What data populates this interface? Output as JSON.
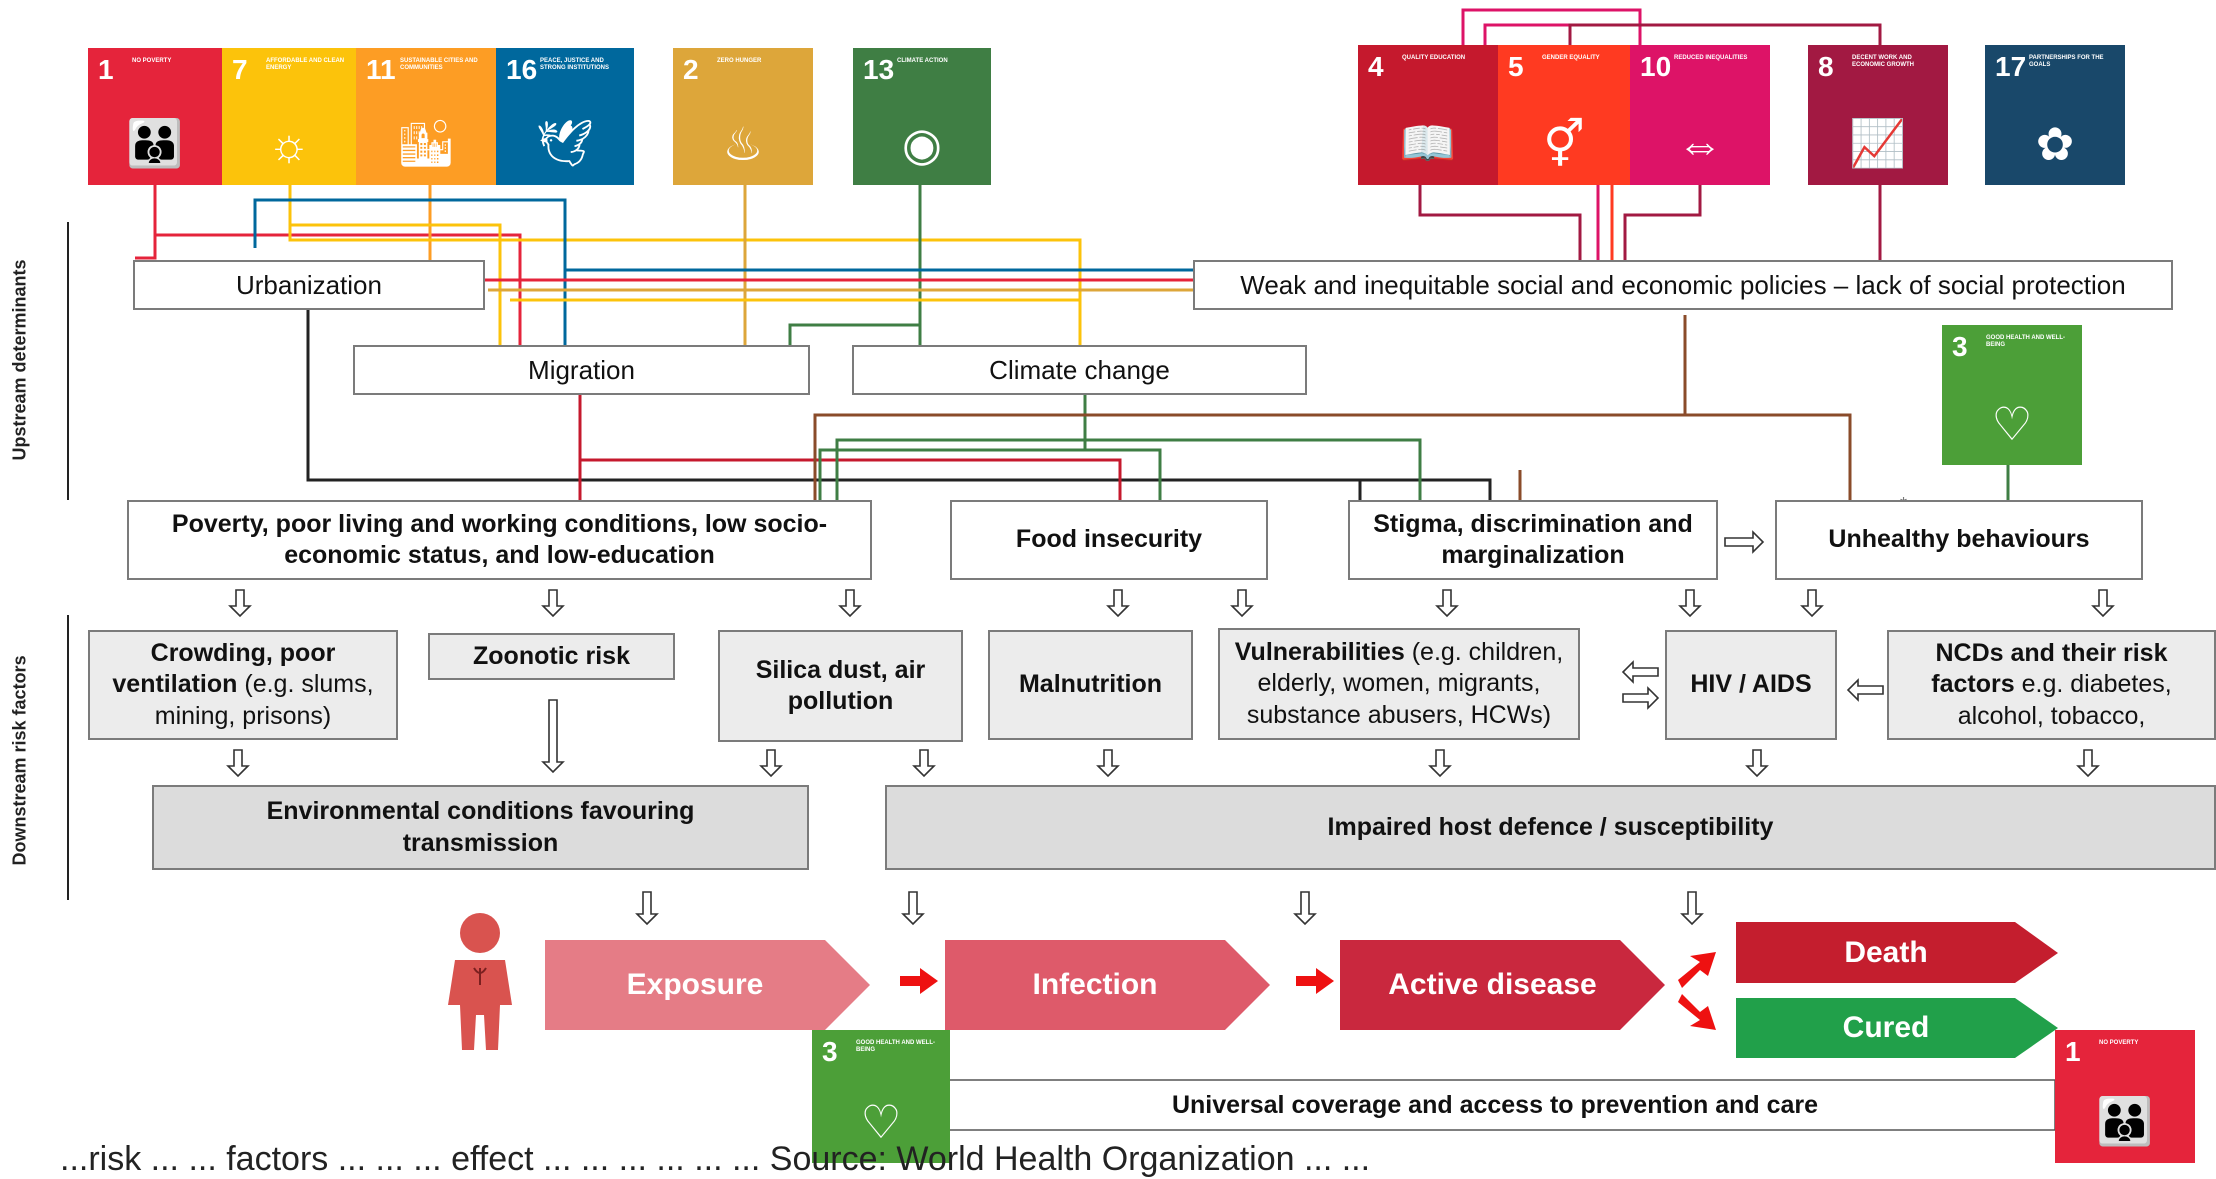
{
  "side_labels": {
    "upstream": "Upstream determinants",
    "downstream": "Downstream risk factors"
  },
  "sdgs": {
    "sdg1": {
      "num": "1",
      "caption": "NO POVERTY",
      "color": "#e5243b",
      "icon": "family-icon"
    },
    "sdg7": {
      "num": "7",
      "caption": "AFFORDABLE AND CLEAN ENERGY",
      "color": "#fcc30b",
      "icon": "sun-icon"
    },
    "sdg11": {
      "num": "11",
      "caption": "SUSTAINABLE CITIES AND COMMUNITIES",
      "color": "#fd9d24",
      "icon": "city-icon"
    },
    "sdg16": {
      "num": "16",
      "caption": "PEACE, JUSTICE AND STRONG INSTITUTIONS",
      "color": "#00689d",
      "icon": "dove-icon"
    },
    "sdg2": {
      "num": "2",
      "caption": "ZERO HUNGER",
      "color": "#dda63a",
      "icon": "bowl-icon"
    },
    "sdg13": {
      "num": "13",
      "caption": "CLIMATE ACTION",
      "color": "#3f7e44",
      "icon": "eye-icon"
    },
    "sdg4": {
      "num": "4",
      "caption": "QUALITY EDUCATION",
      "color": "#c5192d",
      "icon": "book-icon"
    },
    "sdg5": {
      "num": "5",
      "caption": "GENDER EQUALITY",
      "color": "#ff3a21",
      "icon": "gender-icon"
    },
    "sdg10": {
      "num": "10",
      "caption": "REDUCED INEQUALITIES",
      "color": "#dd1367",
      "icon": "arrows-icon"
    },
    "sdg8": {
      "num": "8",
      "caption": "DECENT WORK AND ECONOMIC GROWTH",
      "color": "#a21942",
      "icon": "growth-icon"
    },
    "sdg17": {
      "num": "17",
      "caption": "PARTNERSHIPS FOR THE GOALS",
      "color": "#19486a",
      "icon": "rings-icon"
    },
    "sdg3": {
      "num": "3",
      "caption": "GOOD HEALTH AND WELL-BEING",
      "color": "#4c9f38",
      "icon": "heartbeat-icon"
    }
  },
  "upstream": {
    "urbanization": "Urbanization",
    "migration": "Migration",
    "climate": "Climate change",
    "policies": "Weak and inequitable social and economic policies – lack of social protection"
  },
  "mid": {
    "poverty": "Poverty, poor living and working conditions, low socio-economic status, and low-education",
    "food": "Food insecurity",
    "stigma": "Stigma, discrimination and marginalization",
    "behaviours": "Unhealthy behaviours"
  },
  "risk": {
    "crowding_bold": "Crowding, poor ventilation",
    "crowding_rest": " (e.g. slums, mining, prisons)",
    "zoonotic": "Zoonotic risk",
    "silica": "Silica dust, air pollution",
    "malnutrition": "Malnutrition",
    "vuln_bold": "Vulnerabilities",
    "vuln_rest": " (e.g. children, elderly, women, migrants, substance abusers, HCWs)",
    "hiv": "HIV / AIDS",
    "ncd_bold": "NCDs and their risk factors",
    "ncd_rest": " e.g. diabetes, alcohol, tobacco,"
  },
  "conditions": {
    "environment": "Environmental conditions favouring transmission",
    "host": "Impaired host defence / susceptibility"
  },
  "pathway": {
    "exposure": "Exposure",
    "infection": "Infection",
    "active": "Active disease",
    "death": "Death",
    "cured": "Cured",
    "coverage": "Universal coverage and access to prevention and care"
  },
  "caption": "...risk ... ... factors ... ... ... effect ... ... ... ... ... ...  Source: World Health Organization ... ..."
}
